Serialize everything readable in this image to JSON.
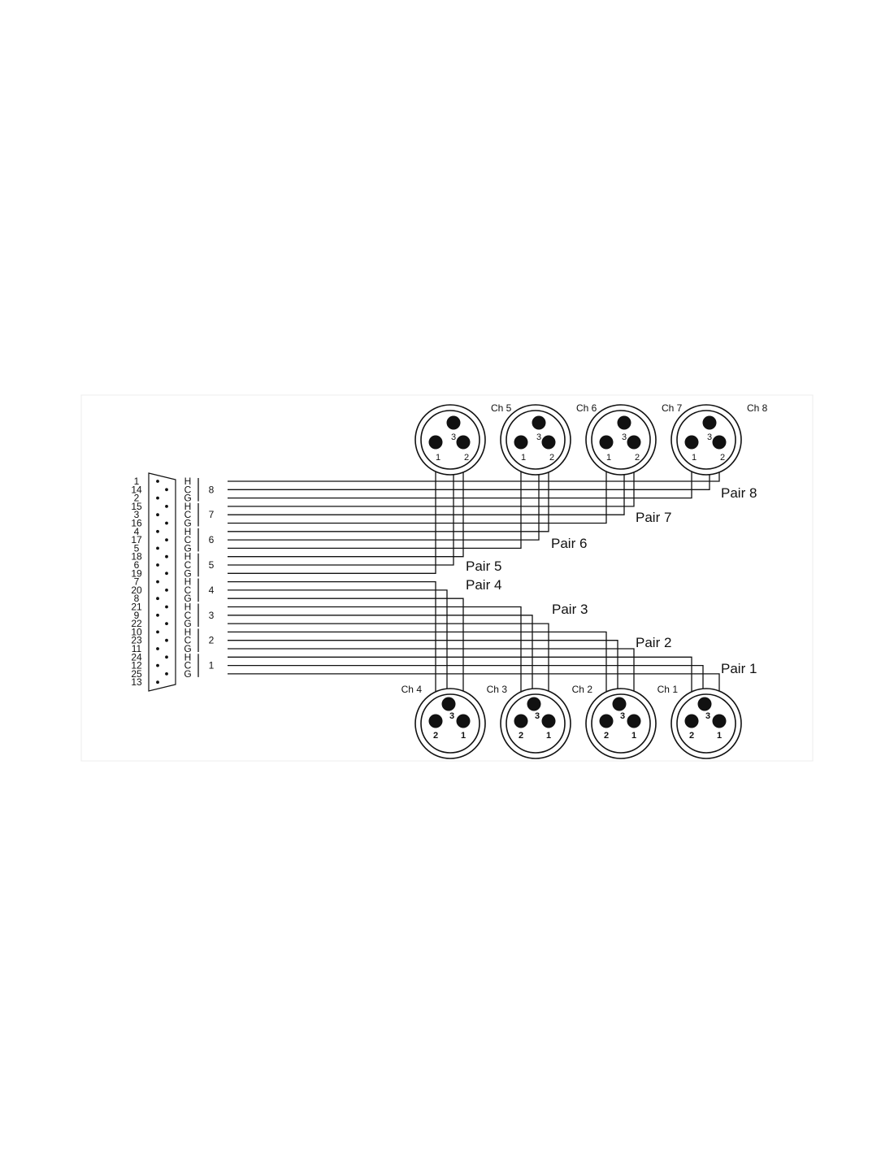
{
  "dsub_pin_labels": [
    "1",
    "14",
    "2",
    "15",
    "3",
    "16",
    "4",
    "17",
    "5",
    "18",
    "6",
    "19",
    "7",
    "20",
    "8",
    "21",
    "9",
    "22",
    "10",
    "23",
    "11",
    "24",
    "12",
    "25",
    "13"
  ],
  "hcg_letters": [
    "H",
    "C",
    "G",
    "H",
    "C",
    "G",
    "H",
    "C",
    "G",
    "H",
    "C",
    "G",
    "H",
    "C",
    "G",
    "H",
    "C",
    "G",
    "H",
    "C",
    "G",
    "H",
    "C",
    "G"
  ],
  "group_numbers": [
    "8",
    "7",
    "6",
    "5",
    "4",
    "3",
    "2",
    "1"
  ],
  "xlr_top": [
    {
      "channel": "Ch 5",
      "pins": [
        "1",
        "2",
        "3"
      ]
    },
    {
      "channel": "Ch 6",
      "pins": [
        "1",
        "2",
        "3"
      ]
    },
    {
      "channel": "Ch 7",
      "pins": [
        "1",
        "2",
        "3"
      ]
    },
    {
      "channel": "Ch 8",
      "pins": [
        "1",
        "2",
        "3"
      ]
    }
  ],
  "xlr_bottom": [
    {
      "channel": "Ch 4",
      "pins": [
        "2",
        "1",
        "3"
      ]
    },
    {
      "channel": "Ch 3",
      "pins": [
        "2",
        "1",
        "3"
      ]
    },
    {
      "channel": "Ch 2",
      "pins": [
        "2",
        "1",
        "3"
      ]
    },
    {
      "channel": "Ch 1",
      "pins": [
        "2",
        "1",
        "3"
      ]
    }
  ],
  "pairs": [
    "Pair 8",
    "Pair 7",
    "Pair 6",
    "Pair 5",
    "Pair 4",
    "Pair 3",
    "Pair 2",
    "Pair 1"
  ]
}
